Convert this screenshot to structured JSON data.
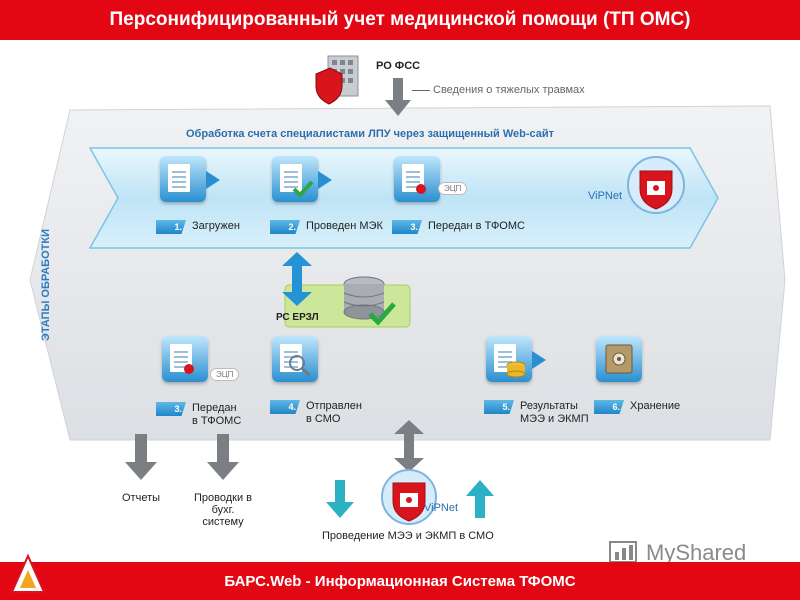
{
  "header": {
    "title": "Персонифицированный учет медицинской помощи (ТП ОМС)"
  },
  "footer": {
    "title": "БАРС.Web - Информационная Система ТФОМС"
  },
  "ro_fss": {
    "label": "РО ФСС",
    "note": "Сведения о тяжелых травмах"
  },
  "web_process": {
    "title": "Обработка счета специалистами ЛПУ через защищенный Web-сайт"
  },
  "side_label": "ЭТАПЫ ОБРАБОТКИ",
  "ecp_label": "ЭЦП",
  "vipnet_label": "ViPNet",
  "top_steps": [
    {
      "num": "1.",
      "label": "Загружен"
    },
    {
      "num": "2.",
      "label": "Проведен МЭК"
    },
    {
      "num": "3.",
      "label": "Передан в ТФОМС"
    }
  ],
  "rs_erzl": "РС ЕРЗЛ",
  "bottom_steps": [
    {
      "num": "3.",
      "label1": "Передан",
      "label2": "в ТФОМС"
    },
    {
      "num": "4.",
      "label1": "Отправлен",
      "label2": "в СМО"
    },
    {
      "num": "5.",
      "label1": "Результаты",
      "label2": "МЭЭ и ЭКМП"
    },
    {
      "num": "6.",
      "label1": "Хранение",
      "label2": ""
    }
  ],
  "outputs": {
    "reports": "Отчеты",
    "postings_line1": "Проводки в",
    "postings_line2": "бухг. систему",
    "mee": "Проведение МЭЭ и ЭКМП в СМО"
  },
  "watermark": "MyShared"
}
